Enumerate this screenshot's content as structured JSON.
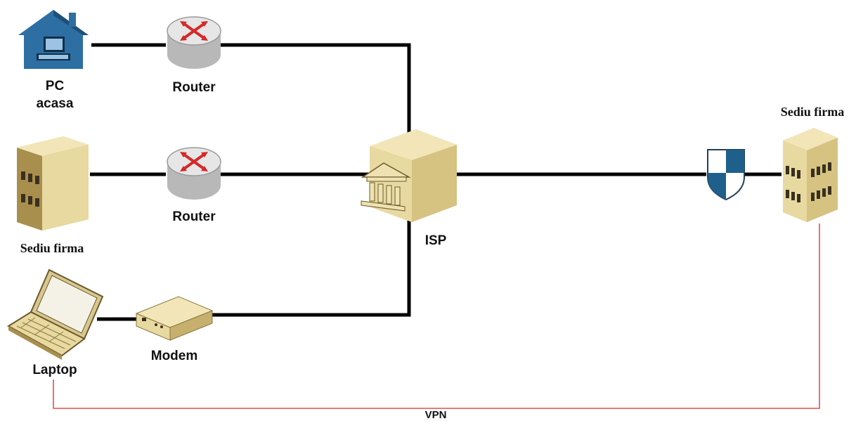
{
  "diagram": {
    "nodes": {
      "pc_home": {
        "label_line1": "PC",
        "label_line2": "acasa",
        "icon": "home-pc-icon"
      },
      "router_top": {
        "label": "Router",
        "icon": "router-icon"
      },
      "office_left": {
        "label": "Sediu firma",
        "icon": "office-building-icon"
      },
      "router_mid": {
        "label": "Router",
        "icon": "router-icon"
      },
      "laptop": {
        "label": "Laptop",
        "icon": "laptop-icon"
      },
      "modem": {
        "label": "Modem",
        "icon": "modem-icon"
      },
      "isp": {
        "label": "ISP",
        "icon": "isp-building-icon"
      },
      "firewall": {
        "label": "",
        "icon": "firewall-shield-icon"
      },
      "office_right": {
        "label": "Sediu firma",
        "icon": "office-building-icon"
      }
    },
    "vpn": {
      "label": "VPN",
      "color": "#e34d4d"
    },
    "colors": {
      "wire": "#000000",
      "building_face": "#e8d9a0",
      "building_side": "#c7b06e",
      "shield_blue": "#1f5f8b",
      "house_blue": "#2d6fa3",
      "router_arrow": "#d62828"
    }
  }
}
